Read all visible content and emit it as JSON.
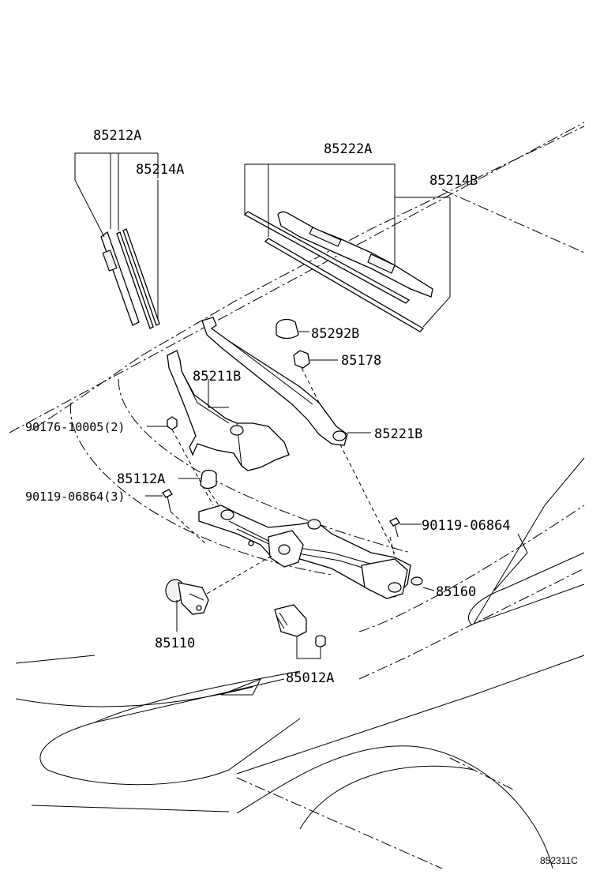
{
  "figure_code": "852311C",
  "labels": {
    "p85212A": "85212A",
    "p85214A": "85214A",
    "p85222A": "85222A",
    "p85214B": "85214B",
    "p85292B": "85292B",
    "p85178": "85178",
    "p85211B": "85211B",
    "p85221B": "85221B",
    "p90176": "90176-10005(2)",
    "p85112A": "85112A",
    "p90119a": "90119-06864(3)",
    "p90119b": "90119-06864",
    "p85160": "85160",
    "p85110": "85110",
    "p85012A": "85012A"
  }
}
